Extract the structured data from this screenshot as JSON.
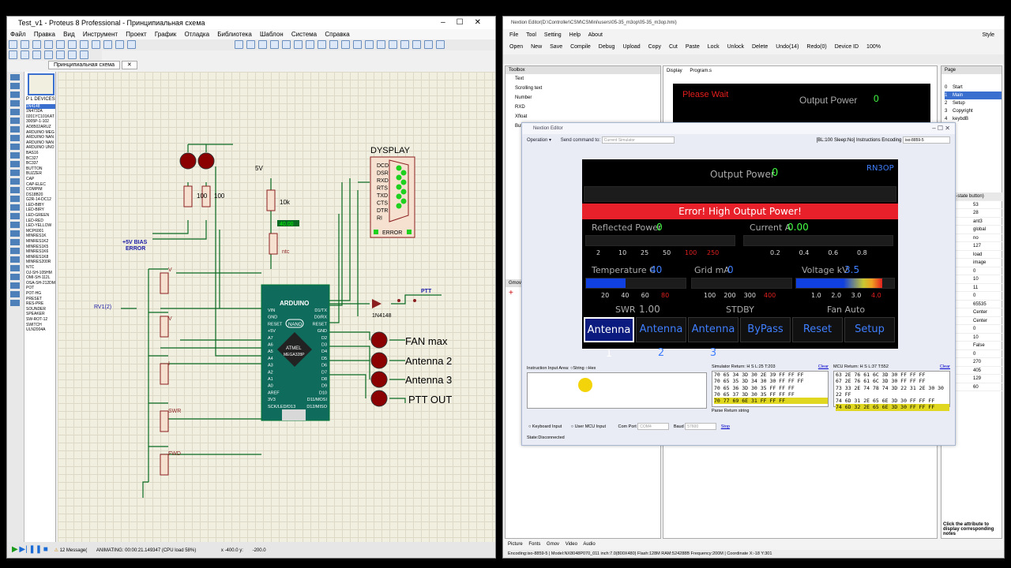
{
  "proteus": {
    "title": "Test_v1 - Proteus 8 Professional - Принципиальная схема",
    "window_controls": [
      "–",
      "☐",
      "✕"
    ],
    "menu": [
      "Файл",
      "Правка",
      "Вид",
      "Инструмент",
      "Проект",
      "График",
      "Отладка",
      "Библиотека",
      "Шаблон",
      "Система",
      "Справка"
    ],
    "tab": "Принципиальная схема",
    "devices_header": "P  L  DEVICES",
    "devices": [
      "1N4148",
      "1N4732A",
      "0201YC101KAT",
      "3005P-1-102",
      "AD8502ARUZ",
      "ARDUINO MEG",
      "ARDUINO NAN",
      "ARDUINO NAN",
      "ARDUINO UNO",
      "BAS16",
      "BC327",
      "BC337",
      "BUTTON",
      "BUZZER",
      "CAP",
      "CAP-ELEC",
      "COMPIM",
      "DS18B20",
      "G2R-14-DC12",
      "LED-BIBY",
      "LED-BIRY",
      "LED-GREEN",
      "LED-RED",
      "LED-YELLOW",
      "MCP6001",
      "MINRES1K",
      "MINRES1K2",
      "MINRES1K5",
      "MINRES1K6",
      "MINRES1K8",
      "MINRES200R",
      "NTC",
      "OJ-SH-105HM",
      "OMI-SH-112L",
      "OSA-SH-212DM",
      "POT",
      "POT-HG",
      "PRESET",
      "RES-PRE",
      "SOUNDER",
      "SPEAKER",
      "SW-ROT-12",
      "SWITCH",
      "ULN2004A"
    ],
    "selected_device": "1N4148",
    "status_messages": "12 Message(",
    "status_animating": "ANIMATING: 00:00:21.149347 (CPU load 58%)",
    "status_x": "x",
    "status_x_val": "-400.0",
    "status_y": "y:",
    "status_y_val": "-200.0",
    "schematic": {
      "dysplay": "DYSPLAY",
      "db9_pins": [
        "DCD",
        "DSR",
        "RXD",
        "RTS",
        "TXD",
        "CTS",
        "DTR",
        "RI"
      ],
      "error_label": "ERROR",
      "bias_label": "+5V BIAS",
      "error_port": "ERROR",
      "r100a": "100",
      "r100b": "100",
      "v5": "5V",
      "r10k": "10k",
      "ntc_reading": "40.00",
      "ntc_label": "ntc",
      "rv": "RV1(2)",
      "pot_labels": [
        "V",
        "V",
        "I",
        "SWR",
        "FWD"
      ],
      "ptt": "PTT",
      "diode": "1N4148",
      "leds": [
        "FAN max",
        "Antenna 2",
        "Antenna 3",
        "PTT OUT"
      ],
      "arduino": "ARDUINO",
      "nano": "NANO",
      "atmel": "ATMEL",
      "mega": "MEGA328P",
      "left_pins": [
        "VIN",
        "GND",
        "RESET",
        "+5V",
        "A7",
        "A6",
        "A5",
        "A4",
        "A3",
        "A2",
        "A1",
        "A0",
        "AREF",
        "3V3",
        "SCK/LED/D13"
      ],
      "right_pins": [
        "D1/TX",
        "D0/RX",
        "RESET",
        "GND",
        "D2",
        "D3",
        "D4",
        "D5",
        "D6",
        "D7",
        "D8",
        "D9",
        "D10",
        "D11/MOSI",
        "D12/MISO"
      ]
    }
  },
  "nextion": {
    "title": "Nextion Editor(D:\\Controller\\CSM\\CSMini\\users\\05-35_m3op\\05-35_m3op.hmi)",
    "menu": [
      "File",
      "Tool",
      "Setting",
      "Help",
      "About"
    ],
    "style": "Style",
    "toolbar": [
      "Open",
      "New",
      "Save",
      "Compile",
      "Debug",
      "Upload",
      "Copy",
      "Cut",
      "Paste",
      "Lock",
      "Unlock",
      "Delete",
      "Undo(14)",
      "Redo(0)",
      "Device ID",
      "100%"
    ],
    "toolbox_title": "Toolbox",
    "toolbox": [
      "Text",
      "Scrolling text",
      "Number",
      "RXD",
      "Xfloat",
      "Button"
    ],
    "display_tabs": [
      "Display",
      "Program.s"
    ],
    "preview_wait": "Please Wait",
    "preview_power": "Output Power",
    "preview_zero": "0",
    "page_title": "Page",
    "pages": [
      "Start",
      "Main",
      "Setup",
      "Copyright",
      "keybdB"
    ],
    "page_ids": [
      "0",
      "1",
      "2",
      "3",
      "4"
    ],
    "attr_header": "(Dual-state button)",
    "attr_values": [
      "53",
      "28",
      "ant3",
      "global",
      "no",
      "127",
      "load",
      "image",
      "0",
      "10",
      "11",
      "0",
      "65535",
      "Center",
      "Center",
      "0",
      "10",
      "False",
      "0",
      "270",
      "405",
      "129",
      "60"
    ],
    "attr_keys": [
      "",
      "",
      "ame",
      "e",
      "",
      "",
      "",
      "",
      "",
      "",
      "",
      "",
      "",
      "",
      "",
      "",
      "axl",
      "",
      "",
      "",
      "",
      "",
      ""
    ],
    "attr_help": "Click the attribute to display corresponding notes",
    "bottom_tabs": [
      "Picture",
      "Fonts",
      "Gmov",
      "Video",
      "Audio"
    ],
    "gmov": "Gmov",
    "status": "Encoding:iso-8859-5 | Model:NX8048P070_011 inch:7.0(800X480) Flash:128M RAM:524288B Frequency:200M | Coordinate X:-18 Y:301"
  },
  "simulator": {
    "title": "Nextion Editor",
    "operation": "Operation",
    "send_command_to": "Send command to:",
    "send_target": "Current Simulator",
    "status_right": "[BL:100 Sleep:No] Instructions Encoding",
    "encoding": "iso-8859-5",
    "instruction_label": "Instruction Input Area:",
    "string_opt": "String",
    "hex_opt": "Hex",
    "sim_return": "Simulator Return:",
    "sim_return_stats": "H S   L:25   T:203",
    "mcu_return": "MCU Return:",
    "mcu_return_stats": "H S   L:37   T:552",
    "clear": "Clear",
    "sim_hex": [
      "70 65 34 3D 30 2E 39 FF FF FF",
      "70 65 35 3D 34 30 30 FF FF FF",
      "70 65 36 3D 30 35 FF FF FF",
      "70 65 37 3D 30 35 FF FF FF",
      "70 77 69 6E 31 FF FF FF"
    ],
    "mcu_hex": [
      "63 2E 76 61 6C 3D 30 FF FF FF",
      "67 2E 76 61 6C 3D 30 FF FF FF",
      "73 33 2E 74 78 74 3D 22 31 2E 30 30 22 FF",
      "74 6D 31 2E 65 6E 3D 30 FF FF FF",
      "74 6D 32 2E 65 6E 3D 30 FF FF FF"
    ],
    "parse_return": "Parse Return string",
    "keyboard_input": "Keyboard Input",
    "user_mcu_input": "User MCU Input",
    "com_port": "Com Port",
    "com_val": "COM4",
    "baud": "Baud",
    "baud_val": "57600",
    "stop": "Stop",
    "state": "State:Disconnected",
    "screen": {
      "output_power_label": "Output Power",
      "output_power": "0",
      "callsign": "RN3OP",
      "error": "Error! High Output Power!",
      "reflected_label": "Reflected Power",
      "reflected": "0",
      "current_label": "Current A",
      "current": "0.00",
      "refl_ticks": [
        "2",
        "10",
        "25",
        "50",
        "100",
        "250"
      ],
      "curr_ticks": [
        "0.2",
        "0.4",
        "0.6",
        "0.8"
      ],
      "temp_label": "Temperature C",
      "temp": "40",
      "grid_label": "Grid mA",
      "grid": "0",
      "volt_label": "Voltage kV",
      "volt": "3.5",
      "temp_ticks": [
        "20",
        "40",
        "60",
        "80"
      ],
      "grid_ticks": [
        "100",
        "200",
        "300",
        "400"
      ],
      "volt_ticks": [
        "1.0",
        "2.0",
        "3.0",
        "4.0"
      ],
      "swr_label": "SWR",
      "swr": "1.00",
      "stdby": "STDBY",
      "fan": "Fan Auto",
      "buttons": [
        "Antenna 1",
        "Antenna 2",
        "Antenna 3",
        "ByPass",
        "Reset",
        "Setup"
      ],
      "temp_fill": 0.4,
      "volt_fill": 0.875
    },
    "colors": {
      "error_bg": "#e8202a",
      "btn_text": "#3f7fff",
      "active_btn": "#0a1a7f",
      "cursor": "#f3d40b"
    }
  }
}
